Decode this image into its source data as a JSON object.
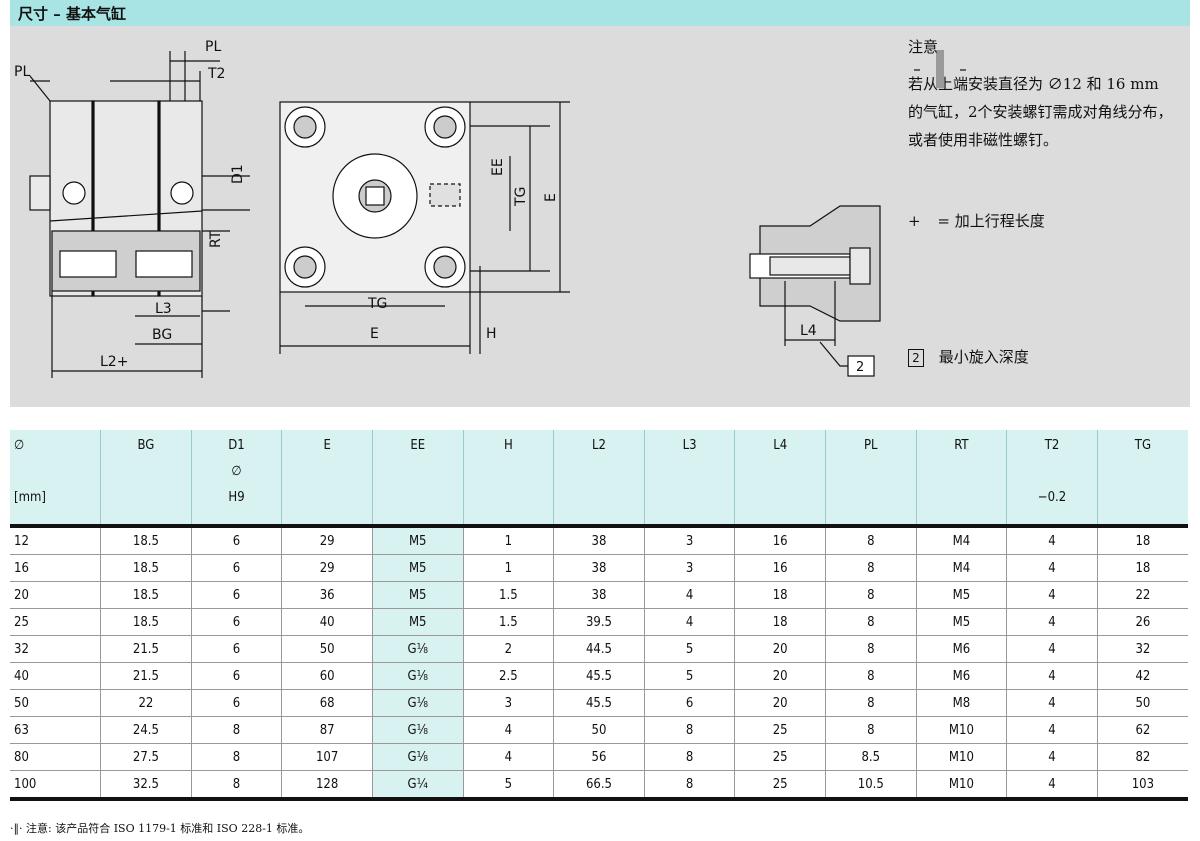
{
  "title": "尺寸 – 基本气缸",
  "drawing": {
    "labels": {
      "pl_top": "PL",
      "pl_left": "PL",
      "t2": "T2",
      "d1": "D1",
      "rt": "RT",
      "l3": "L3",
      "bg": "BG",
      "l2": "L2+",
      "ee": "EE",
      "tg_vertical": "TG",
      "e_vertical": "E",
      "tg_bottom": "TG",
      "e_bottom": "E",
      "h": "H",
      "l4": "L4",
      "callout_2": "2"
    }
  },
  "notes": {
    "heading": "注意",
    "body": "若从上端安装直径为 ∅12 和 16 mm 的气缸，2个安装螺钉需成对角线分布，或者使用非磁性螺钉。",
    "plus_symbol": "+",
    "plus_text": "= 加上行程长度",
    "box_num": "2",
    "box_text": "最小旋入深度"
  },
  "table": {
    "headers": [
      [
        "∅",
        "",
        "[mm]"
      ],
      [
        "BG",
        "",
        ""
      ],
      [
        "D1",
        "∅",
        "H9"
      ],
      [
        "E",
        "",
        ""
      ],
      [
        "EE",
        "",
        ""
      ],
      [
        "H",
        "",
        ""
      ],
      [
        "L2",
        "",
        ""
      ],
      [
        "L3",
        "",
        ""
      ],
      [
        "L4",
        "",
        ""
      ],
      [
        "PL",
        "",
        ""
      ],
      [
        "RT",
        "",
        ""
      ],
      [
        "T2",
        "",
        "−0.2"
      ],
      [
        "TG",
        "",
        ""
      ]
    ],
    "rows": [
      [
        "12",
        "18.5",
        "6",
        "29",
        "M5",
        "1",
        "38",
        "3",
        "16",
        "8",
        "M4",
        "4",
        "18"
      ],
      [
        "16",
        "18.5",
        "6",
        "29",
        "M5",
        "1",
        "38",
        "3",
        "16",
        "8",
        "M4",
        "4",
        "18"
      ],
      [
        "20",
        "18.5",
        "6",
        "36",
        "M5",
        "1.5",
        "38",
        "4",
        "18",
        "8",
        "M5",
        "4",
        "22"
      ],
      [
        "25",
        "18.5",
        "6",
        "40",
        "M5",
        "1.5",
        "39.5",
        "4",
        "18",
        "8",
        "M5",
        "4",
        "26"
      ],
      [
        "32",
        "21.5",
        "6",
        "50",
        "G⅛",
        "2",
        "44.5",
        "5",
        "20",
        "8",
        "M6",
        "4",
        "32"
      ],
      [
        "40",
        "21.5",
        "6",
        "60",
        "G⅛",
        "2.5",
        "45.5",
        "5",
        "20",
        "8",
        "M6",
        "4",
        "42"
      ],
      [
        "50",
        "22",
        "6",
        "68",
        "G⅛",
        "3",
        "45.5",
        "6",
        "20",
        "8",
        "M8",
        "4",
        "50"
      ],
      [
        "63",
        "24.5",
        "8",
        "87",
        "G⅛",
        "4",
        "50",
        "8",
        "25",
        "8",
        "M10",
        "4",
        "62"
      ],
      [
        "80",
        "27.5",
        "8",
        "107",
        "G⅛",
        "4",
        "56",
        "8",
        "25",
        "8.5",
        "M10",
        "4",
        "82"
      ],
      [
        "100",
        "32.5",
        "8",
        "128",
        "G¼",
        "5",
        "66.5",
        "8",
        "25",
        "10.5",
        "M10",
        "4",
        "103"
      ]
    ]
  },
  "footnote": "注意: 该产品符合 ISO 1179-1 标准和 ISO 228-1 标准。"
}
